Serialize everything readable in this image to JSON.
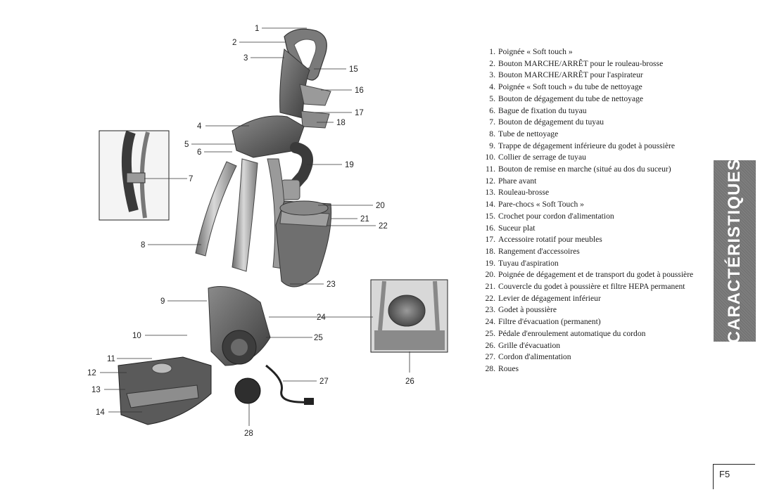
{
  "callouts": [
    "1",
    "2",
    "3",
    "4",
    "5",
    "6",
    "7",
    "8",
    "9",
    "10",
    "11",
    "12",
    "13",
    "14",
    "15",
    "16",
    "17",
    "18",
    "19",
    "20",
    "21",
    "22",
    "23",
    "24",
    "25",
    "26",
    "27",
    "28"
  ],
  "legend": [
    {
      "num": "1.",
      "text": "Poignée « Soft touch »"
    },
    {
      "num": "2.",
      "text": "Bouton MARCHE/ARRÊT pour le rouleau-brosse"
    },
    {
      "num": "3.",
      "text": "Bouton MARCHE/ARRÊT pour l'aspirateur"
    },
    {
      "num": "4.",
      "text": "Poignée « Soft touch » du tube de nettoyage"
    },
    {
      "num": "5.",
      "text": "Bouton de dégagement du tube de nettoyage"
    },
    {
      "num": "6.",
      "text": "Bague de fixation du tuyau"
    },
    {
      "num": "7.",
      "text": "Bouton de dégagement du tuyau"
    },
    {
      "num": "8.",
      "text": "Tube de nettoyage"
    },
    {
      "num": "9.",
      "text": "Trappe de dégagement inférieure du godet à poussière"
    },
    {
      "num": "10.",
      "text": "Collier de serrage de tuyau"
    },
    {
      "num": "11.",
      "text": "Bouton de remise en marche (situé au dos du suceur)"
    },
    {
      "num": "12.",
      "text": "Phare avant"
    },
    {
      "num": "13.",
      "text": "Rouleau-brosse"
    },
    {
      "num": "14.",
      "text": "Pare-chocs « Soft Touch »"
    },
    {
      "num": "15.",
      "text": "Crochet pour cordon d'alimentation"
    },
    {
      "num": "16.",
      "text": "Suceur plat"
    },
    {
      "num": "17.",
      "text": "Accessoire rotatif pour meubles"
    },
    {
      "num": "18.",
      "text": "Rangement d'accessoires"
    },
    {
      "num": "19.",
      "text": "Tuyau d'aspiration"
    },
    {
      "num": "20.",
      "text": "Poignée de dégagement et de transport du godet à poussière"
    },
    {
      "num": "21.",
      "text": "Couvercle du godet à poussière et filtre HEPA permanent"
    },
    {
      "num": "22.",
      "text": "Levier de dégagement inférieur"
    },
    {
      "num": "23.",
      "text": "Godet à poussière"
    },
    {
      "num": "24.",
      "text": "Filtre d'évacuation (permanent)"
    },
    {
      "num": "25.",
      "text": "Pédale d'enroulement automatique du cordon"
    },
    {
      "num": "26.",
      "text": "Grille d'évacuation"
    },
    {
      "num": "27.",
      "text": "Cordon d'alimentation"
    },
    {
      "num": "28.",
      "text": "Roues"
    }
  ],
  "side_tab": "CARACTÉRISTIQUES",
  "page_number": "F5"
}
